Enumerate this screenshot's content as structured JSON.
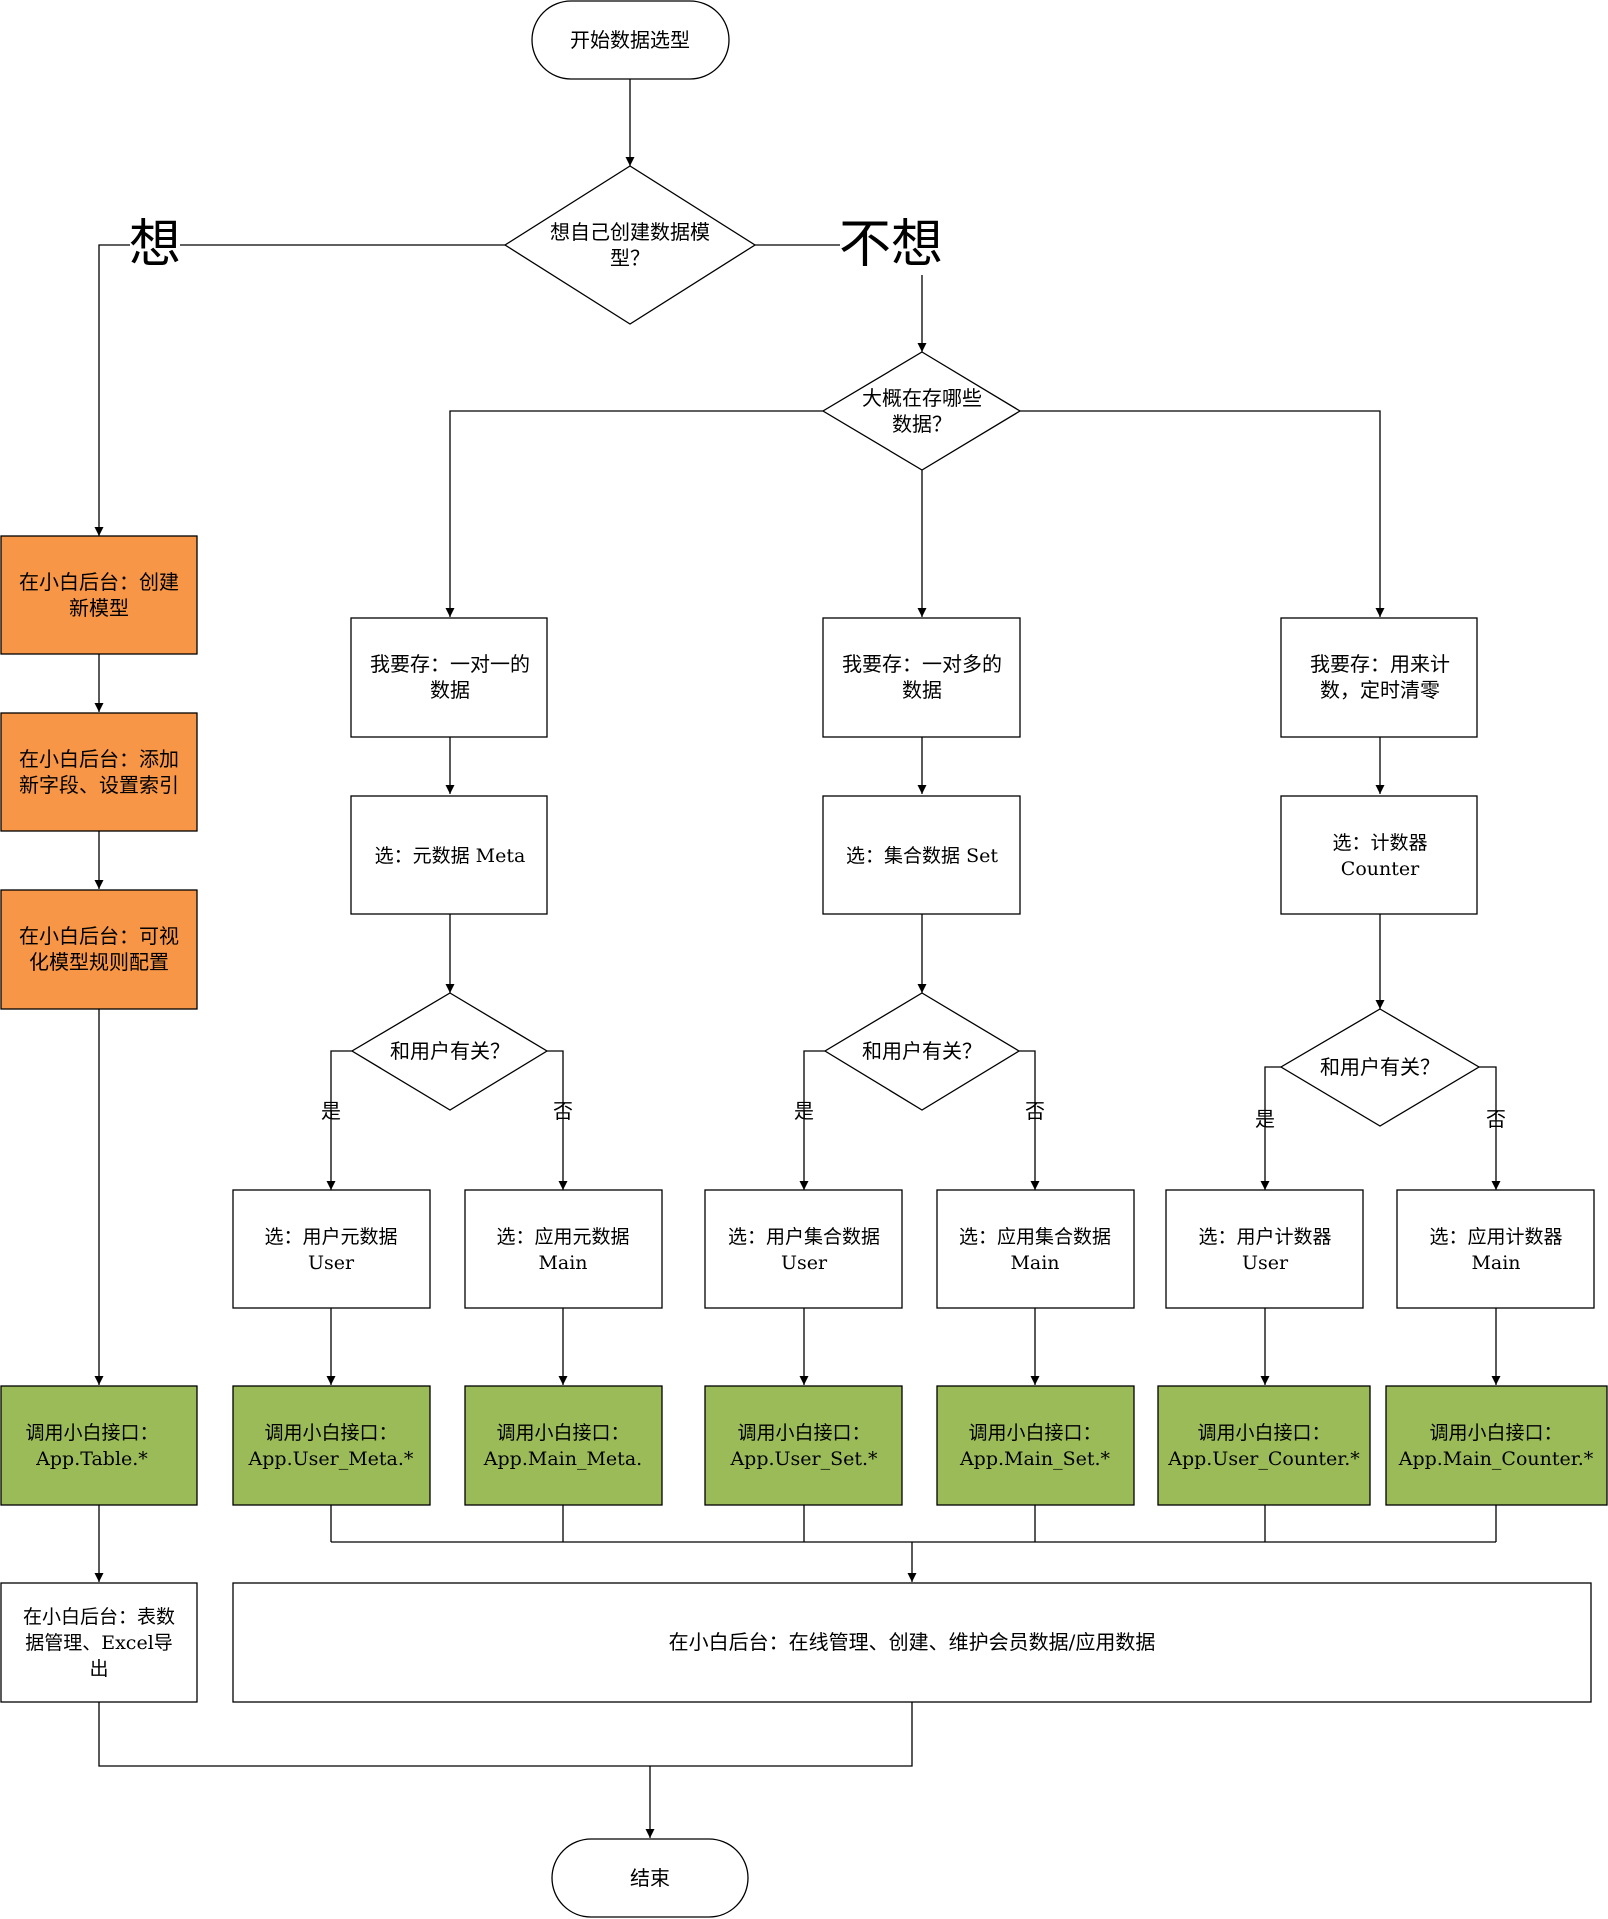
{
  "nodes": {
    "start": [
      "开始数据选型"
    ],
    "q_create": [
      "想自己创建数据模",
      "型？"
    ],
    "q_what": [
      "大概在存哪些",
      "数据？"
    ],
    "left_create": [
      "在小白后台：创建",
      "新模型"
    ],
    "left_add": [
      "在小白后台：添加",
      "新字段、设置索引"
    ],
    "left_rule": [
      "在小白后台：可视",
      "化模型规则配置"
    ],
    "store_one": [
      "我要存：一对一的",
      "数据"
    ],
    "store_many": [
      "我要存：一对多的",
      "数据"
    ],
    "store_count": [
      "我要存：用来计",
      "数，定时清零"
    ],
    "sel_meta": [
      "选：元数据 Meta"
    ],
    "sel_set": [
      "选：集合数据 Set"
    ],
    "sel_counter": [
      "选：计数器",
      "Counter"
    ],
    "q_user1": [
      "和用户有关？"
    ],
    "q_user2": [
      "和用户有关？"
    ],
    "q_user3": [
      "和用户有关？"
    ],
    "sel_user_meta": [
      "选：用户元数据",
      "User"
    ],
    "sel_main_meta": [
      "选：应用元数据",
      "Main"
    ],
    "sel_user_set": [
      "选：用户集合数据",
      "User"
    ],
    "sel_main_set": [
      "选：应用集合数据",
      "Main"
    ],
    "sel_user_counter": [
      "选：用户计数器",
      "User"
    ],
    "sel_main_counter": [
      "选：应用计数器",
      "Main"
    ],
    "api_table": [
      "调用小白接口：",
      "App.Table.*"
    ],
    "api_user_meta": [
      "调用小白接口：",
      "App.User_Meta.*"
    ],
    "api_main_meta": [
      "调用小白接口：",
      "App.Main_Meta."
    ],
    "api_user_set": [
      "调用小白接口：",
      "App.User_Set.*"
    ],
    "api_main_set": [
      "调用小白接口：",
      "App.Main_Set.*"
    ],
    "api_user_counter": [
      "调用小白接口：",
      "App.User_Counter.*"
    ],
    "api_main_counter": [
      "调用小白接口：",
      "App.Main_Counter.*"
    ],
    "left_manage": [
      "在小白后台：表数",
      "据管理、Excel导",
      "出"
    ],
    "online_manage": [
      "在小白后台：在线管理、创建、维护会员数据/应用数据"
    ],
    "end": [
      "结束"
    ]
  },
  "edge_labels": {
    "want": "想",
    "not_want": "不想",
    "yes": "是",
    "no": "否"
  },
  "colors": {
    "orange": "#F79646",
    "green": "#9BBB59",
    "white": "#FFFFFF",
    "line": "#000000"
  }
}
